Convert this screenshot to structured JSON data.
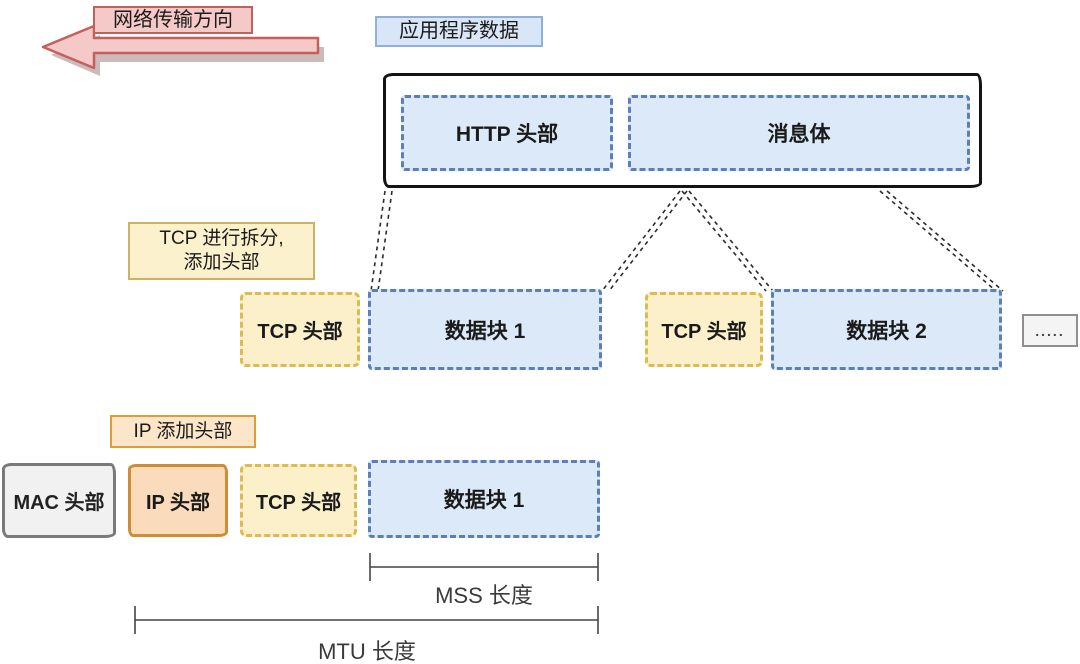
{
  "direction": {
    "label": "网络传输方向"
  },
  "app_data": {
    "label": "应用程序数据",
    "http_header": "HTTP 头部",
    "message_body": "消息体"
  },
  "tcp_note": {
    "line1": "TCP 进行拆分,",
    "line2": "添加头部"
  },
  "tcp_row": {
    "tcp_header_1": "TCP 头部",
    "data_block_1": "数据块 1",
    "tcp_header_2": "TCP 头部",
    "data_block_2": "数据块 2",
    "more": "....."
  },
  "ip_note": {
    "label": "IP 添加头部"
  },
  "packet_row": {
    "mac_header": "MAC 头部",
    "ip_header": "IP 头部",
    "tcp_header": "TCP 头部",
    "data_block": "数据块 1"
  },
  "measurements": {
    "mss": "MSS 长度",
    "mtu": "MTU 长度"
  },
  "colors": {
    "arrow_fill": "#f6c9c9",
    "arrow_border": "#c4605c",
    "blue_fill": "#dbe9f8",
    "blue_border": "#5b7fb7",
    "yellow_fill": "#fcf0cb",
    "yellow_border": "#dcbc52",
    "orange_fill": "#fadcbc",
    "orange_border": "#cf8e36",
    "gray_fill": "#f1f1f1",
    "container_border": "#141414"
  }
}
